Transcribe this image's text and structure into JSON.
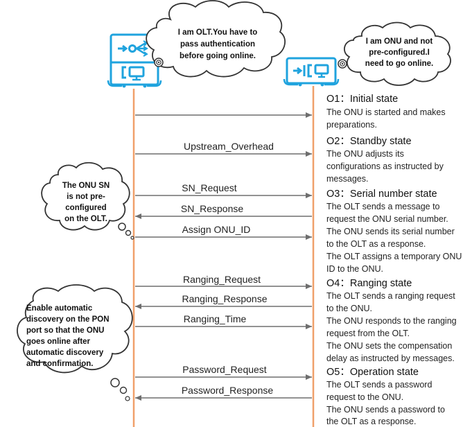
{
  "colors": {
    "lifeline": "#F0A06A",
    "device": "#1FA3DE",
    "arrow": "#6E6E6E",
    "cloud_stroke": "#333333"
  },
  "icons": {
    "olt": "olt-device-icon",
    "onu": "onu-device-icon"
  },
  "clouds": [
    {
      "name": "olt-speech-cloud",
      "lines": [
        "I am OLT.You have to",
        "pass authentication",
        "before going online."
      ]
    },
    {
      "name": "onu-speech-cloud",
      "lines": [
        "I am ONU and not",
        "pre-configured.I",
        "need to go online."
      ]
    },
    {
      "name": "sn-thought-cloud",
      "lines": [
        "The ONU SN",
        "is not pre-",
        "configured",
        "on the OLT."
      ]
    },
    {
      "name": "auto-discovery-thought-cloud",
      "lines": [
        "Enable automatic",
        "discovery on the PON",
        "port so that the ONU",
        "goes online after",
        "automatic discovery",
        "and confirmation."
      ]
    }
  ],
  "messages": [
    {
      "label": "",
      "direction": "down"
    },
    {
      "label": "Upstream_Overhead",
      "direction": "down"
    },
    {
      "label": "SN_Request",
      "direction": "down"
    },
    {
      "label": "SN_Response",
      "direction": "up"
    },
    {
      "label": "Assign ONU_ID",
      "direction": "down"
    },
    {
      "label": "Ranging_Request",
      "direction": "down"
    },
    {
      "label": "Ranging_Response",
      "direction": "up"
    },
    {
      "label": "Ranging_Time",
      "direction": "down"
    },
    {
      "label": "Password_Request",
      "direction": "down"
    },
    {
      "label": "Password_Response",
      "direction": "up"
    }
  ],
  "states": [
    {
      "title": "O1：Initial state",
      "lines": [
        "The ONU is started and makes",
        "preparations."
      ]
    },
    {
      "title": "O2：Standby state",
      "lines": [
        "The ONU adjusts its",
        "configurations as instructed by",
        "messages."
      ]
    },
    {
      "title": "O3：Serial number state",
      "lines": [
        "The OLT sends a message to",
        "request the ONU serial number.",
        "The ONU sends its serial number",
        "to the OLT as a response.",
        "The OLT assigns a temporary ONU",
        "ID to the ONU."
      ]
    },
    {
      "title": "O4：Ranging state",
      "lines": [
        "The OLT sends a ranging request",
        "to the ONU.",
        "The ONU responds to the ranging",
        "request from the OLT.",
        "The ONU sets the compensation",
        "delay as instructed by messages."
      ]
    },
    {
      "title": "O5：Operation state",
      "lines": [
        "The OLT sends a password",
        "request to the ONU.",
        "The ONU sends a password to",
        "the OLT as a response."
      ]
    }
  ]
}
